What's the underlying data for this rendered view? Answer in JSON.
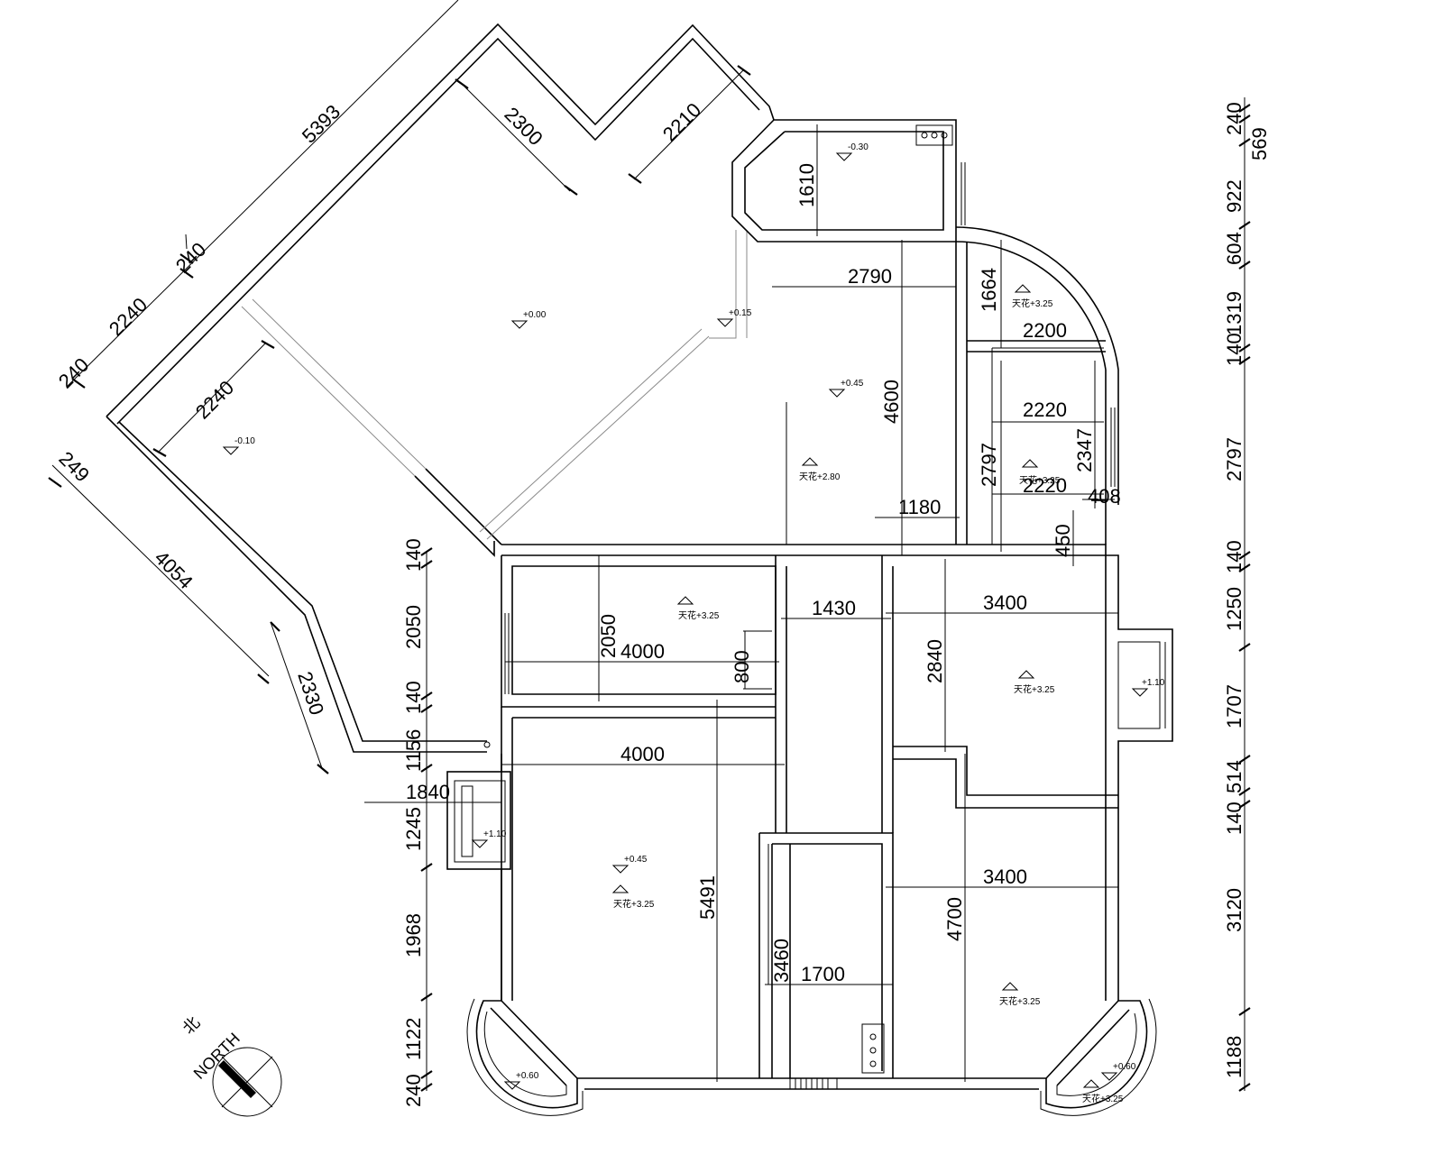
{
  "north": {
    "cn": "北",
    "en": "NORTH"
  },
  "dimensions": {
    "d5393": "5393",
    "d2300": "2300",
    "d2210": "2210",
    "d240a": "240",
    "d2240a": "2240",
    "d240b": "240",
    "d2240b": "2240",
    "d249": "249",
    "d4054": "4054",
    "d2330": "2330",
    "d1610": "1610",
    "d2790": "2790",
    "d1664": "1664",
    "d2200": "2200",
    "d4600": "4600",
    "d2220a": "2220",
    "d2797a": "2797",
    "d2347": "2347",
    "d2220b": "2220",
    "d1180": "1180",
    "d408": "408",
    "d450": "450",
    "d2050a": "2050",
    "d4000a": "4000",
    "d800": "800",
    "d1430": "1430",
    "d3400a": "3400",
    "d2840": "2840",
    "d4000b": "4000",
    "d5491": "5491",
    "d1840": "1840",
    "d3400b": "3400",
    "d4700": "4700",
    "d3460": "3460",
    "d1700": "1700",
    "l140a": "140",
    "l2050": "2050",
    "l140b": "140",
    "l1156": "1156",
    "l1245": "1245",
    "l1968": "1968",
    "l1122": "1122",
    "l240": "240",
    "r240": "240",
    "r569": "569",
    "r922": "922",
    "r604": "604",
    "r1319": "1319",
    "r140a": "140",
    "r2797": "2797",
    "r140b": "140",
    "r1250": "1250",
    "r1707": "1707",
    "r514": "514",
    "r140c": "140",
    "r3120": "3120",
    "r1188": "1188"
  },
  "levels": {
    "lv_m030": "-0.30",
    "lv_000": "+0.00",
    "lv_015": "+0.15",
    "lv_m010": "-0.10",
    "lv_045a": "+0.45",
    "lv_110a": "+1.10",
    "lv_045b": "+0.45",
    "lv_110b": "+1.10",
    "lv_060a": "+0.60",
    "lv_060b": "+0.60"
  },
  "ceilings": {
    "c_325a": "天花+3.25",
    "c_280": "天花+2.80",
    "c_325b": "天花+3.25",
    "c_325c": "天花+3.25",
    "c_325d": "天花+3.25",
    "c_325e": "天花+3.25",
    "c_325f": "天花+3.25",
    "c_325g": "天花+3.25"
  }
}
